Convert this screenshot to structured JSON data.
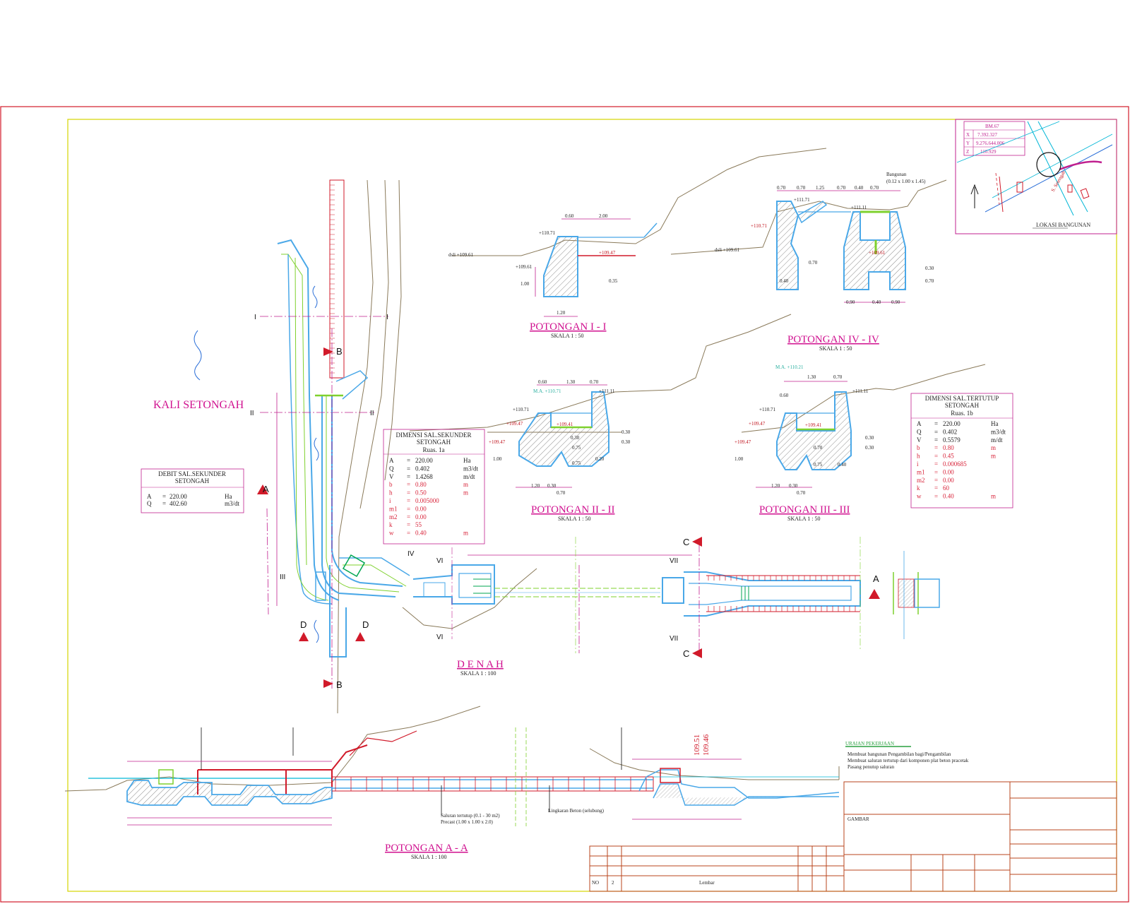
{
  "location_plan": {
    "title": "LOKASI BANGUNAN",
    "table": [
      {
        "k": "BM.67",
        "v": ""
      },
      {
        "k": "X",
        "v": "7.392.327"
      },
      {
        "k": "Y",
        "v": "9.276.644.006"
      },
      {
        "k": "Z",
        "v": "110.929"
      }
    ],
    "labels": [
      "S. Setengah"
    ]
  },
  "main_plan": {
    "title": "D E N A H",
    "scale": "SKALA 1 : 100",
    "river": "KALI SETONGAH",
    "markers": [
      "A",
      "A",
      "B",
      "B",
      "C",
      "C",
      "D",
      "D"
    ],
    "section_marks": [
      "I",
      "I",
      "II",
      "II",
      "III",
      "IV",
      "VI",
      "VI",
      "VII",
      "VII"
    ]
  },
  "sections": [
    {
      "title": "POTONGAN I - I",
      "scale": "SKALA 1 : 50"
    },
    {
      "title": "POTONGAN II - II",
      "scale": "SKALA 1 : 50"
    },
    {
      "title": "POTONGAN III - III",
      "scale": "SKALA 1 : 50"
    },
    {
      "title": "POTONGAN IV - IV",
      "scale": "SKALA 1 : 50"
    },
    {
      "title": "POTONGAN A - A",
      "scale": "SKALA 1 : 100"
    }
  ],
  "section_levels": {
    "s1": [
      "+110.71",
      "+109.47",
      "+109.61",
      "dsli +109.61",
      "0.60",
      "2.00",
      "1.00",
      "0.35",
      "1.20"
    ],
    "s4": [
      "0.70",
      "0.70",
      "1.25",
      "0.70",
      "0.40",
      "0.70",
      "+111.71",
      "+111.11",
      "+110.71",
      "+109.61",
      "0.70",
      "0.40",
      "0.30",
      "0.70",
      "0.90",
      "0.40",
      "0.90",
      "dsli +109.61"
    ],
    "s4_note": [
      "Bangunan",
      "(0.12 x 1.00 x 1.45)"
    ],
    "s2": [
      "0.60",
      "1.30",
      "0.70",
      "M.A. +110.71",
      "+111.11",
      "+110.71",
      "+109.47",
      "+109.41",
      "+109.47",
      "0.30",
      "0.30",
      "0.30",
      "0.75",
      "0.75",
      "0.20",
      "1.00",
      "1.20",
      "0.30",
      "0.70"
    ],
    "s3": [
      "M.A. +110.21",
      "1.30",
      "0.70",
      "0.60",
      "+111.11",
      "+110.71",
      "+109.47",
      "+109.41",
      "+109.47",
      "0.30",
      "0.30",
      "0.70",
      "0.75",
      "0.40",
      "1.00",
      "1.20",
      "0.30",
      "0.70"
    ]
  },
  "tables": {
    "debit": {
      "title": [
        "DEBIT SAL.SEKUNDER",
        "SETONGAH"
      ],
      "rows": [
        {
          "k": "A",
          "eq": "=",
          "v": "220.00",
          "u": "Ha"
        },
        {
          "k": "Q",
          "eq": "=",
          "v": "402.60",
          "u": "m3/dt"
        }
      ]
    },
    "dim_sekunder": {
      "title": [
        "DIMENSI SAL.SEKUNDER",
        "SETONGAH"
      ],
      "sub": "Ruas. 1a",
      "rows": [
        {
          "k": "A",
          "eq": "=",
          "v": "220.00",
          "u": "Ha",
          "red": false
        },
        {
          "k": "Q",
          "eq": "=",
          "v": "0.402",
          "u": "m3/dt",
          "red": false
        },
        {
          "k": "V",
          "eq": "=",
          "v": "1.4268",
          "u": "m/dt",
          "red": false
        },
        {
          "k": "b",
          "eq": "=",
          "v": "0.80",
          "u": "m",
          "red": true
        },
        {
          "k": "h",
          "eq": "=",
          "v": "0.50",
          "u": "m",
          "red": true
        },
        {
          "k": "i",
          "eq": "=",
          "v": "0.005000",
          "u": "",
          "red": true
        },
        {
          "k": "m1",
          "eq": "=",
          "v": "0.00",
          "u": "",
          "red": true
        },
        {
          "k": "m2",
          "eq": "=",
          "v": "0.00",
          "u": "",
          "red": true
        },
        {
          "k": "k",
          "eq": "=",
          "v": "55",
          "u": "",
          "red": true
        },
        {
          "k": "w",
          "eq": "=",
          "v": "0.40",
          "u": "m",
          "red": true
        }
      ]
    },
    "dim_tertutup": {
      "title": [
        "DIMENSI SAL.TERTUTUP",
        "SETONGAH"
      ],
      "sub": "Ruas. 1b",
      "rows": [
        {
          "k": "A",
          "eq": "=",
          "v": "220.00",
          "u": "Ha",
          "red": false
        },
        {
          "k": "Q",
          "eq": "=",
          "v": "0.402",
          "u": "m3/dt",
          "red": false
        },
        {
          "k": "V",
          "eq": "=",
          "v": "0.5579",
          "u": "m/dt",
          "red": false
        },
        {
          "k": "b",
          "eq": "=",
          "v": "0.80",
          "u": "m",
          "red": true
        },
        {
          "k": "h",
          "eq": "=",
          "v": "0.45",
          "u": "m",
          "red": true
        },
        {
          "k": "i",
          "eq": "=",
          "v": "0.000685",
          "u": "",
          "red": true
        },
        {
          "k": "m1",
          "eq": "=",
          "v": "0.00",
          "u": "",
          "red": true
        },
        {
          "k": "m2",
          "eq": "=",
          "v": "0.00",
          "u": "",
          "red": true
        },
        {
          "k": "k",
          "eq": "=",
          "v": "60",
          "u": "",
          "red": true
        },
        {
          "k": "w",
          "eq": "=",
          "v": "0.40",
          "u": "m",
          "red": true
        }
      ]
    }
  },
  "section_aa": {
    "levels": [
      "109.51",
      "109.46"
    ],
    "notes": [
      "Saluran tertutup (0.1 - 30 m2)",
      "Precast (1.00 x 1.00 x 2.0)",
      "Lingkaran Beton (selubung)"
    ]
  },
  "legend": {
    "title": "URAIAN PEKERJAAN",
    "lines": [
      "Membuat bangunan Pengambilan bagi/Pengambilan",
      "Membuat saluran tertutup dari komponen plat beton pracetak",
      "Pasang penutup saluran"
    ]
  },
  "title_block": {
    "label": "GAMBAR",
    "footer": [
      "NO",
      "2",
      "Lembar"
    ]
  },
  "colors": {
    "frame": "#d11a2a",
    "inner_frame": "#d6d600",
    "concrete": "#4aa8e8",
    "hatch": "#707070",
    "magenta": "#d0108f",
    "green": "#7fd12e",
    "ground": "#8a7a5a",
    "titleblock": "#b8441c"
  }
}
